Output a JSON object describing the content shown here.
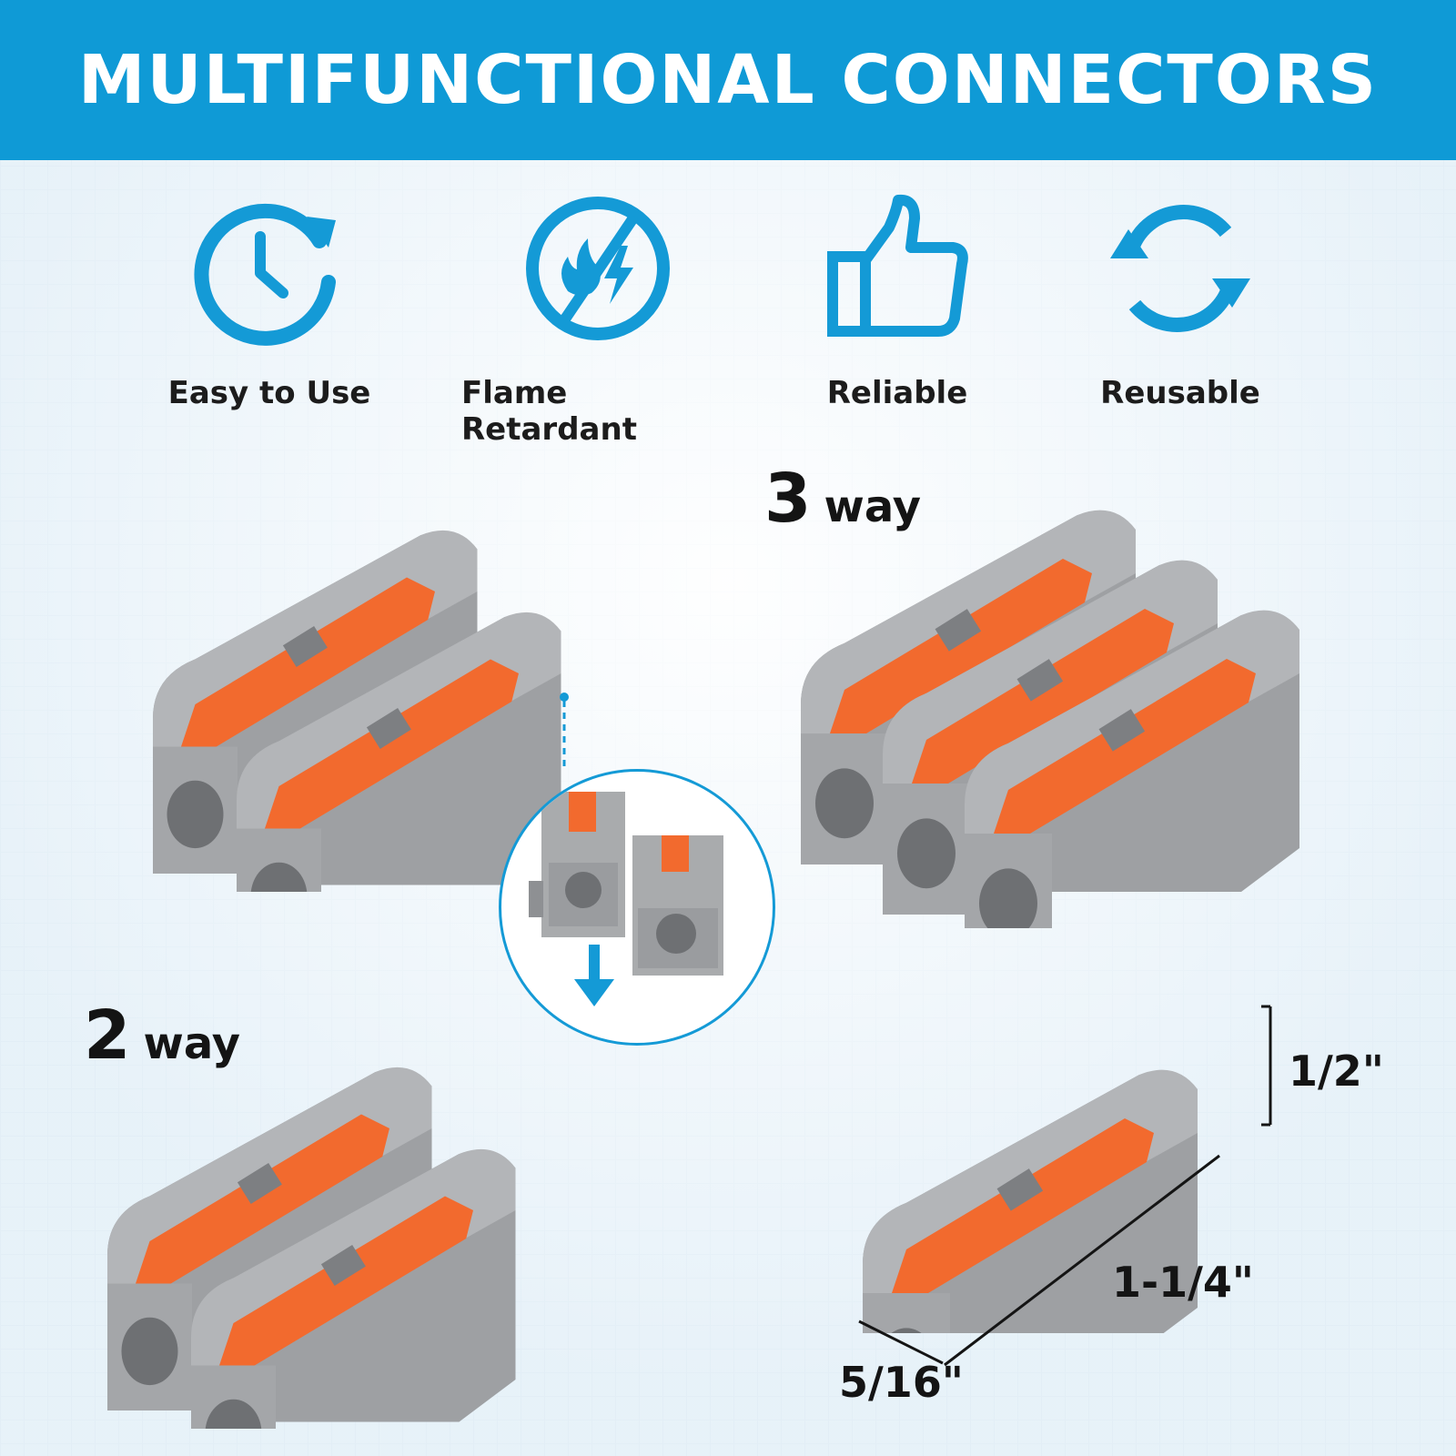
{
  "banner": {
    "title": "MULTIFUNCTIONAL CONNECTORS",
    "color": "#0f9ad6"
  },
  "features": [
    {
      "label": "Easy to Use",
      "icon": "clock-refresh-icon"
    },
    {
      "label": "Flame Retardant",
      "icon": "flame-lightning-prohibited-icon"
    },
    {
      "label": "Reliable",
      "icon": "thumbs-up-icon"
    },
    {
      "label": "Reusable",
      "icon": "recycle-arrows-icon"
    }
  ],
  "products": {
    "three_way": {
      "number": "3",
      "word": "way"
    },
    "two_way": {
      "number": "2",
      "word": "way"
    }
  },
  "dimensions": {
    "height": "1/2\"",
    "length": "1-1/4\"",
    "width": "5/16\""
  },
  "colors": {
    "accent": "#0f9ad6",
    "housing": "#a9abad",
    "lever": "#f26a2e"
  }
}
